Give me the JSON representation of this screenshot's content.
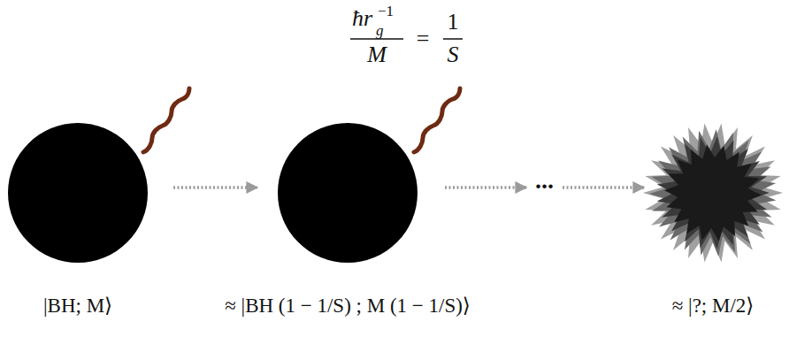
{
  "diagram": {
    "nodes": [
      {
        "text": [
          "|BH; M⟩"
        ]
      },
      {
        "text": [
          "≈ |BH (1 − 1/S) ; M (1 − 1/S)⟩"
        ]
      },
      {
        "text": [
          "≈ |?; M/2⟩"
        ]
      }
    ],
    "edges": [
      {
        "from": 0,
        "to": 1,
        "arrow": "to"
      },
      {
        "from": 1,
        "to": 2,
        "arrow": "to",
        "label": "..."
      }
    ],
    "labels": [
      "ħr",
      "g",
      "−1",
      "M",
      "=",
      "1",
      "S"
    ]
  }
}
